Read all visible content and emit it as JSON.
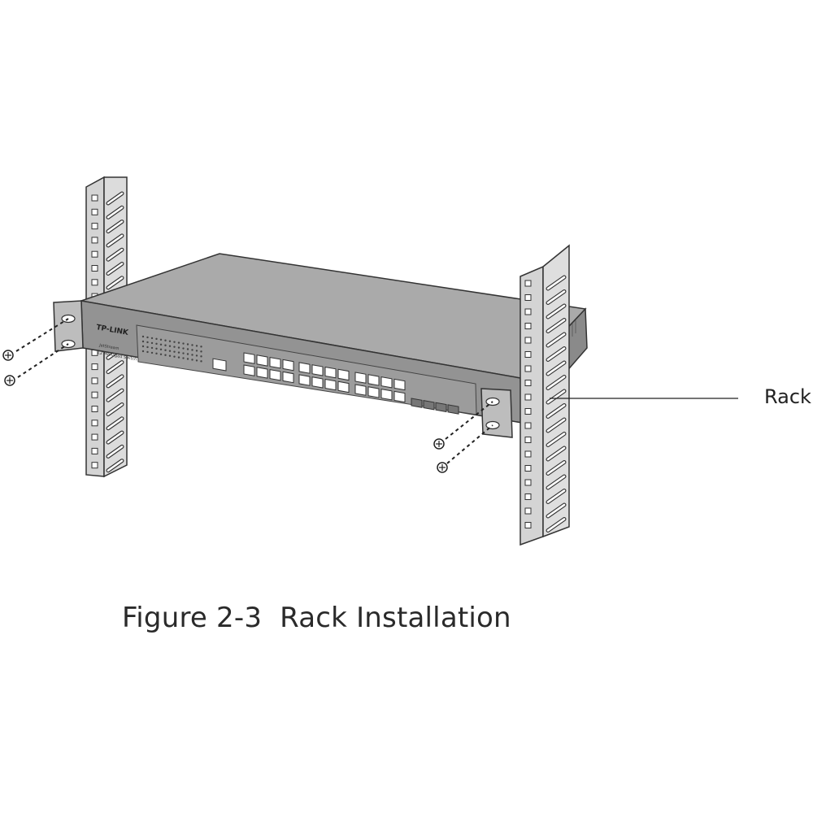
{
  "figure": {
    "caption": "Figure 2-3  Rack Installation",
    "callout_label": "Rack"
  },
  "device": {
    "brand": "TP-LINK",
    "series": "JetStream",
    "description": "L2 Managed Switch"
  },
  "colors": {
    "line": "#333333",
    "rack_fill": "#d9d9d9",
    "switch_top": "#a8a8a8",
    "switch_front": "#8f8f8f",
    "port": "#ffffff"
  }
}
